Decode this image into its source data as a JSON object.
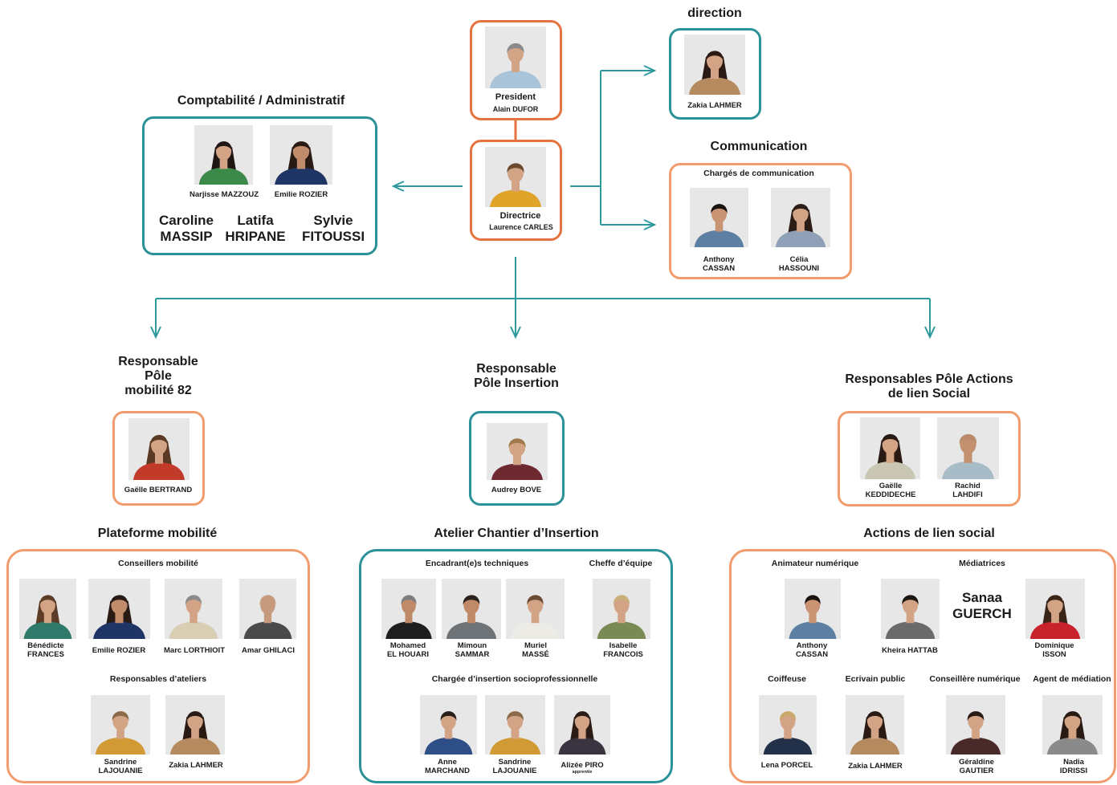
{
  "colors": {
    "orange": "#e5733f",
    "orange_light": "#f19c6d",
    "teal": "#2c9199",
    "connector": "#2f99a1",
    "photo_bg": "#e7e7e7",
    "text": "#1b1b1b"
  },
  "president": {
    "role": "President",
    "name": "Alain DUFOR"
  },
  "directrice": {
    "role": "Directrice",
    "name": "Laurence CARLES"
  },
  "direction": {
    "title": "direction",
    "person": "Zakia LAHMER"
  },
  "comptabilite": {
    "title": "Comptabilité / Administratif",
    "people": [
      "Narjisse MAZZOUZ",
      "Emilie ROZIER"
    ],
    "others": [
      [
        "Caroline",
        "MASSIP"
      ],
      [
        "Latifa",
        "HRIPANE"
      ],
      [
        "Sylvie",
        "FITOUSSI"
      ]
    ]
  },
  "communication": {
    "title": "Communication",
    "group": "Chargés de communication",
    "people": [
      [
        "Anthony",
        "CASSAN"
      ],
      [
        "Célia",
        "HASSOUNI"
      ]
    ]
  },
  "pole_mobilite": {
    "title": [
      "Responsable",
      "Pôle",
      "mobilité 82"
    ],
    "person": "Gaëlle BERTRAND"
  },
  "pole_insertion": {
    "title": [
      "Responsable",
      "Pôle Insertion"
    ],
    "person": "Audrey BOVE"
  },
  "pole_lien_social": {
    "title": [
      "Responsables Pôle Actions",
      "de lien Social"
    ],
    "people": [
      [
        "Gaëlle",
        "KEDDIDECHE"
      ],
      [
        "Rachid",
        "LAHDIFI"
      ]
    ]
  },
  "plateforme_mobilite": {
    "title": "Plateforme mobilité",
    "groups": [
      {
        "label": "Conseillers mobilité",
        "people": [
          [
            "Bénédicte",
            "FRANCES"
          ],
          [
            "Emilie ROZIER"
          ],
          [
            "Marc LORTHIOIT"
          ],
          [
            "Amar GHILACI"
          ]
        ]
      },
      {
        "label": "Responsables d’ateliers",
        "people": [
          [
            "Sandrine",
            "LAJOUANIE"
          ],
          [
            "Zakia LAHMER"
          ]
        ]
      }
    ]
  },
  "atelier": {
    "title": "Atelier Chantier d’Insertion",
    "groups": [
      {
        "label": "Encadrant(e)s techniques",
        "people": [
          [
            "Mohamed",
            "EL HOUARI"
          ],
          [
            "Mimoun",
            "SAMMAR"
          ],
          [
            "Muriel",
            "MASSÉ"
          ]
        ]
      },
      {
        "label": "Cheffe d’équipe",
        "people": [
          [
            "Isabelle",
            "FRANCOIS"
          ]
        ]
      },
      {
        "label": "Chargée d’insertion socioprofessionnelle",
        "people": [
          [
            "Anne",
            "MARCHAND"
          ],
          [
            "Sandrine",
            "LAJOUANIE"
          ],
          [
            "Alizée PIRO",
            "apprentie"
          ]
        ]
      }
    ]
  },
  "lien_social": {
    "title": "Actions de lien social",
    "groups": [
      {
        "label": "Animateur numérique",
        "people": [
          [
            "Anthony",
            "CASSAN"
          ]
        ]
      },
      {
        "label": "Médiatrices",
        "people": [
          [
            "Kheira HATTAB"
          ],
          [
            "Dominique",
            "ISSON"
          ]
        ],
        "text_only": [
          "Sanaa",
          "GUERCH"
        ]
      },
      {
        "label": "Coiffeuse",
        "people": [
          [
            "Lena PORCEL"
          ]
        ]
      },
      {
        "label": "Ecrivain public",
        "people": [
          [
            "Zakia LAHMER"
          ]
        ]
      },
      {
        "label": "Conseillère numérique",
        "people": [
          [
            "Géraldine",
            "GAUTIER"
          ]
        ]
      },
      {
        "label": "Agent de médiation",
        "people": [
          [
            "Nadia",
            "IDRISSI"
          ]
        ]
      }
    ]
  }
}
